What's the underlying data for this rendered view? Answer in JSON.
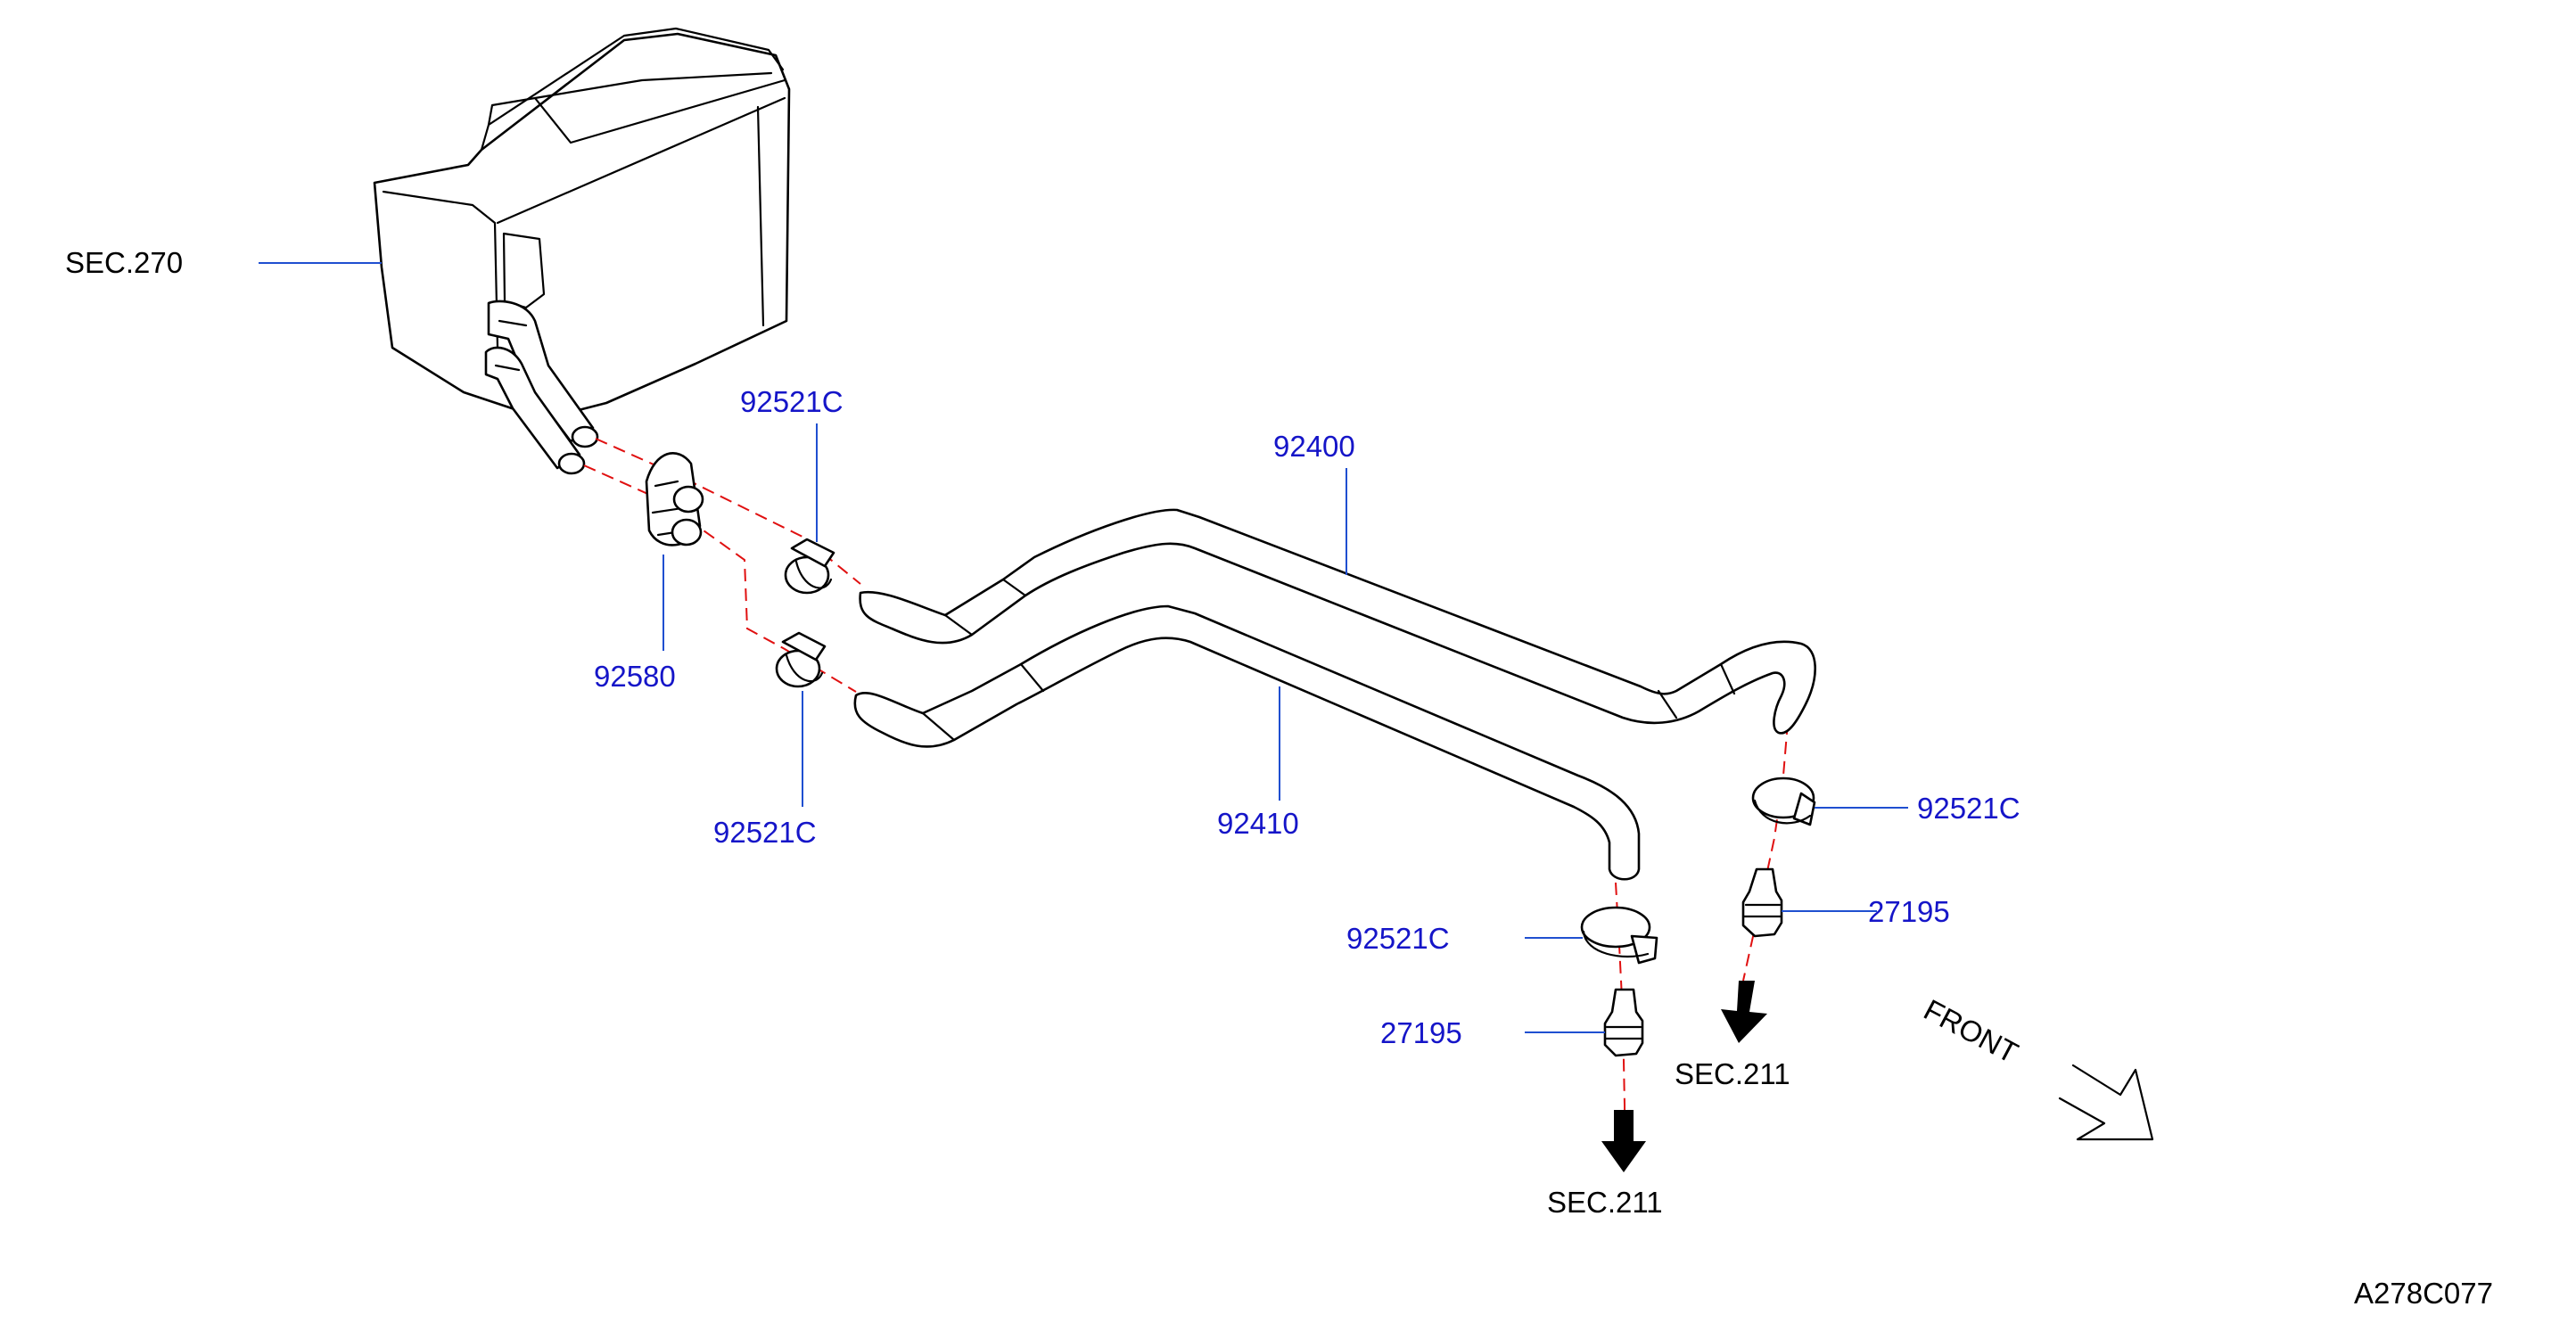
{
  "labels": {
    "sec270": "SEC.270",
    "clamp_top": "92521C",
    "hose_upper": "92400",
    "grommet": "92580",
    "clamp_left_lower": "92521C",
    "hose_lower": "92410",
    "clamp_right": "92521C",
    "connector_right": "27195",
    "clamp_center": "92521C",
    "connector_center": "27195",
    "sec211_right": "SEC.211",
    "sec211_center": "SEC.211",
    "front": "FRONT",
    "figure_code": "A278C077"
  },
  "colors": {
    "part_number_text": "#1515c8",
    "leader_line": "#1f4fd0",
    "centerline": "#e01010",
    "outline": "#000000"
  }
}
